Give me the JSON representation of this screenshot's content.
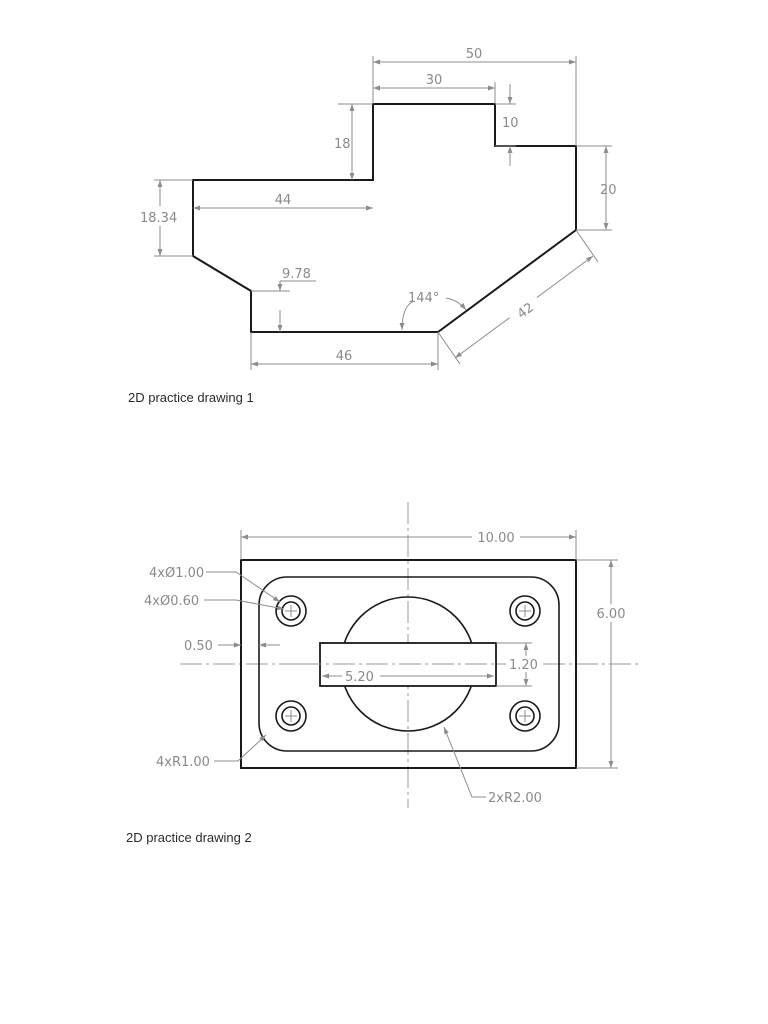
{
  "drawing1": {
    "caption": "2D practice drawing 1",
    "dims": {
      "overall_width": "50",
      "top_width": "30",
      "notch_depth": "10",
      "step_height": "18",
      "right_height": "20",
      "left_height": "18.34",
      "left_width": "44",
      "chamfer_height": "9.78",
      "angle": "144°",
      "slant_length": "42",
      "bottom_width": "46"
    }
  },
  "drawing2": {
    "caption": "2D practice drawing 2",
    "dims": {
      "overall_width": "10.00",
      "overall_height": "6.00",
      "hole_outer": "4xØ1.00",
      "hole_inner": "4xØ0.60",
      "offset": "0.50",
      "slot_height": "1.20",
      "slot_width": "5.20",
      "corner_radius": "4xR1.00",
      "arc_radius": "2xR2.00"
    }
  }
}
